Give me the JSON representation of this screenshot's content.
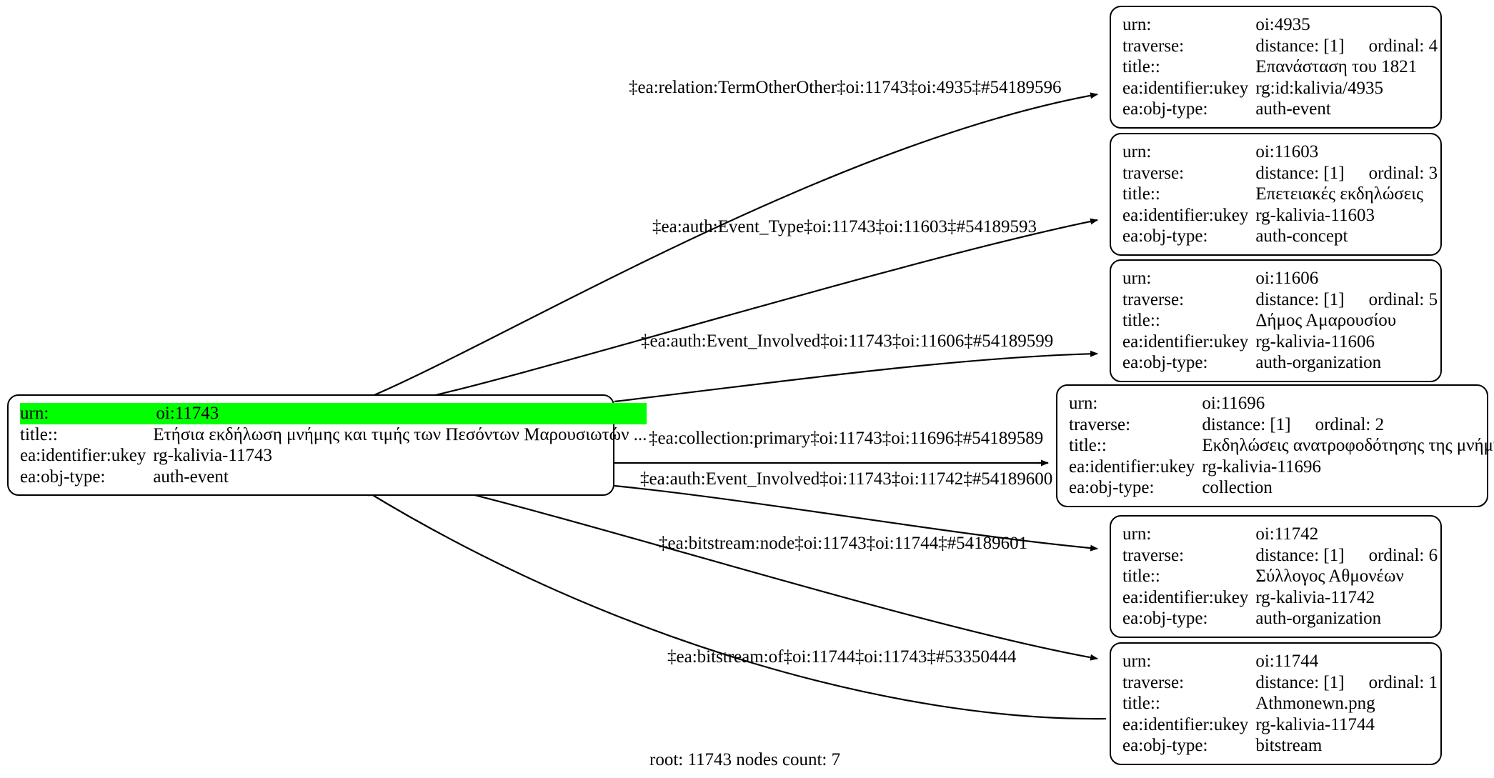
{
  "graph": {
    "footer": "root: 11743 nodes count: 7",
    "highlight_color": "#00ff00",
    "root_urn": "oi:11743",
    "node_count": 7
  },
  "field_labels": {
    "urn": "urn:",
    "traverse": "traverse:",
    "title": "title::",
    "ukey": "ea:identifier:ukey",
    "objtype": "ea:obj-type:"
  },
  "root_node": {
    "urn_label": "urn:",
    "urn_value": "oi:11743",
    "title_label": "title::",
    "title_value": "Ετήσια εκδήλωση μνήμης και τιμής των Πεσόντων Μαρουσιωτών ...",
    "ukey_label": "ea:identifier:ukey",
    "ukey_value": "rg-kalivia-11743",
    "objtype_label": "ea:obj-type:",
    "objtype_value": "auth-event"
  },
  "nodes": [
    {
      "id": "oi4935",
      "urn_label": "urn:",
      "urn_value": "oi:4935",
      "traverse_label": "traverse:",
      "traverse_distance": "distance: [1]",
      "traverse_ordinal": "ordinal: 4",
      "title_label": "title::",
      "title_value": "Επανάσταση του 1821",
      "ukey_label": "ea:identifier:ukey",
      "ukey_value": "rg:id:kalivia/4935",
      "objtype_label": "ea:obj-type:",
      "objtype_value": "auth-event"
    },
    {
      "id": "oi11603",
      "urn_label": "urn:",
      "urn_value": "oi:11603",
      "traverse_label": "traverse:",
      "traverse_distance": "distance: [1]",
      "traverse_ordinal": "ordinal: 3",
      "title_label": "title::",
      "title_value": "Επετειακές εκδηλώσεις",
      "ukey_label": "ea:identifier:ukey",
      "ukey_value": "rg-kalivia-11603",
      "objtype_label": "ea:obj-type:",
      "objtype_value": "auth-concept"
    },
    {
      "id": "oi11606",
      "urn_label": "urn:",
      "urn_value": "oi:11606",
      "traverse_label": "traverse:",
      "traverse_distance": "distance: [1]",
      "traverse_ordinal": "ordinal: 5",
      "title_label": "title::",
      "title_value": "Δήμος Αμαρουσίου",
      "ukey_label": "ea:identifier:ukey",
      "ukey_value": "rg-kalivia-11606",
      "objtype_label": "ea:obj-type:",
      "objtype_value": "auth-organization"
    },
    {
      "id": "oi11696",
      "urn_label": "urn:",
      "urn_value": "oi:11696",
      "traverse_label": "traverse:",
      "traverse_distance": "distance: [1]",
      "traverse_ordinal": "ordinal: 2",
      "title_label": "title::",
      "title_value": "Εκδηλώσεις ανατροφοδότησης της μνήμης",
      "ukey_label": "ea:identifier:ukey",
      "ukey_value": "rg-kalivia-11696",
      "objtype_label": "ea:obj-type:",
      "objtype_value": "collection"
    },
    {
      "id": "oi11742",
      "urn_label": "urn:",
      "urn_value": "oi:11742",
      "traverse_label": "traverse:",
      "traverse_distance": "distance: [1]",
      "traverse_ordinal": "ordinal: 6",
      "title_label": "title::",
      "title_value": "Σύλλογος Αθμονέων",
      "ukey_label": "ea:identifier:ukey",
      "ukey_value": "rg-kalivia-11742",
      "objtype_label": "ea:obj-type:",
      "objtype_value": "auth-organization"
    },
    {
      "id": "oi11744",
      "urn_label": "urn:",
      "urn_value": "oi:11744",
      "traverse_label": "traverse:",
      "traverse_distance": "distance: [1]",
      "traverse_ordinal": "ordinal: 1",
      "title_label": "title::",
      "title_value": "Athmonewn.png",
      "ukey_label": "ea:identifier:ukey",
      "ukey_value": "rg-kalivia-11744",
      "objtype_label": "ea:obj-type:",
      "objtype_value": "bitstream"
    }
  ],
  "edges": [
    {
      "id": "e54189596",
      "label": "‡ea:relation:TermOtherOther‡oi:11743‡oi:4935‡#54189596"
    },
    {
      "id": "e54189593",
      "label": "‡ea:auth:Event_Type‡oi:11743‡oi:11603‡#54189593"
    },
    {
      "id": "e54189599",
      "label": "‡ea:auth:Event_Involved‡oi:11743‡oi:11606‡#54189599"
    },
    {
      "id": "e54189589",
      "label": "‡ea:collection:primary‡oi:11743‡oi:11696‡#54189589"
    },
    {
      "id": "e54189600",
      "label": "‡ea:auth:Event_Involved‡oi:11743‡oi:11742‡#54189600"
    },
    {
      "id": "e54189601",
      "label": "‡ea:bitstream:node‡oi:11743‡oi:11744‡#54189601"
    },
    {
      "id": "e53350444",
      "label": "‡ea:bitstream:of‡oi:11744‡oi:11743‡#53350444"
    }
  ]
}
